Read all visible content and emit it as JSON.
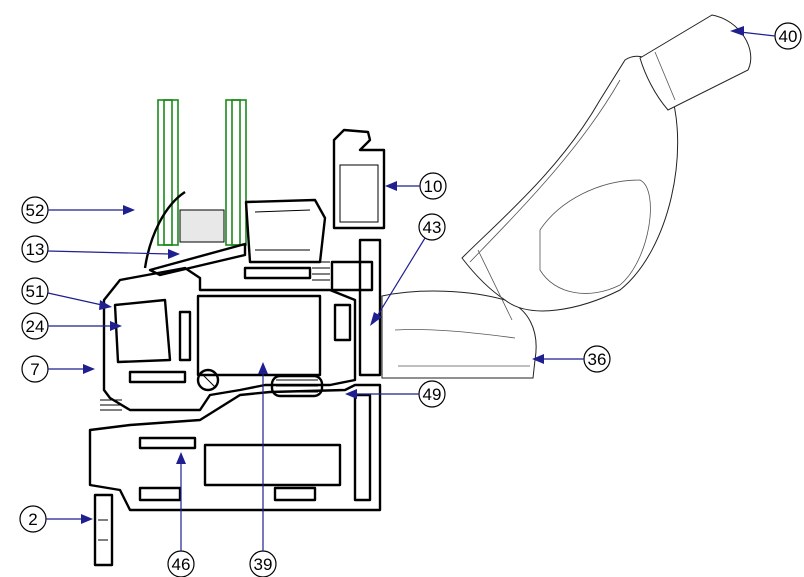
{
  "colors": {
    "outline": "#000000",
    "glass": "#1a8a1a",
    "leader": "#1f1f8f",
    "background": "#ffffff"
  },
  "callouts": [
    {
      "id": "c40",
      "label": "40"
    },
    {
      "id": "c10",
      "label": "10"
    },
    {
      "id": "c43",
      "label": "43"
    },
    {
      "id": "c52",
      "label": "52"
    },
    {
      "id": "c13",
      "label": "13"
    },
    {
      "id": "c51",
      "label": "51"
    },
    {
      "id": "c24",
      "label": "24"
    },
    {
      "id": "c7",
      "label": "7"
    },
    {
      "id": "c36",
      "label": "36"
    },
    {
      "id": "c49",
      "label": "49"
    },
    {
      "id": "c2",
      "label": "2"
    },
    {
      "id": "c46",
      "label": "46"
    },
    {
      "id": "c39",
      "label": "39"
    }
  ]
}
